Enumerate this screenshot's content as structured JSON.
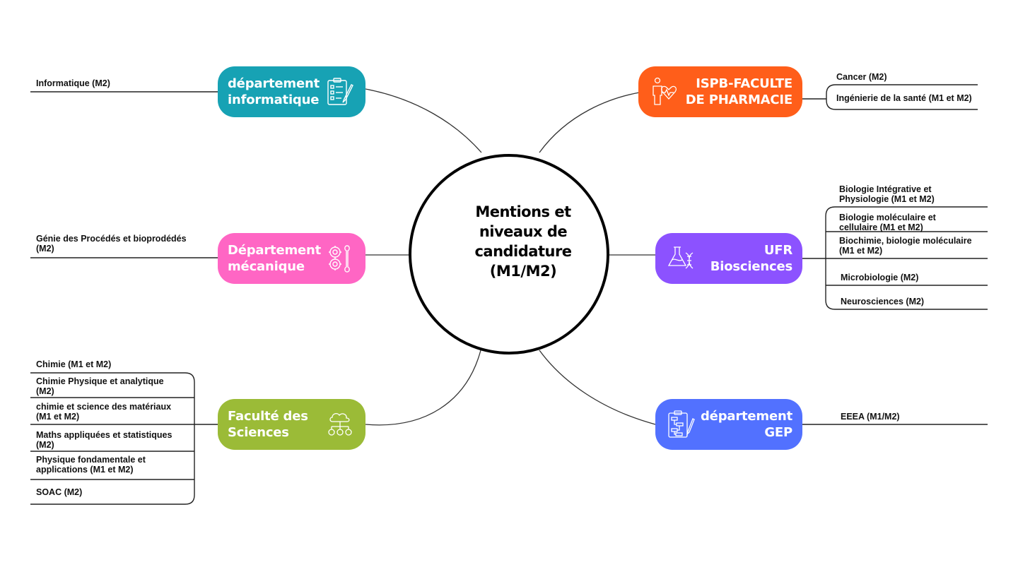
{
  "center": {
    "title": "Mentions et\nniveaux de\ncandidature\n(M1/M2)"
  },
  "colors": {
    "informatique": "#17A2B4",
    "mecanique": "#FF66C4",
    "sciences": "#9BBB37",
    "pharmacie": "#FF5E1A",
    "biosciences": "#8C52FF",
    "gep": "#5271FF"
  },
  "branches": {
    "informatique": {
      "label": "département\ninformatique",
      "icon": "clipboard-checklist-icon",
      "items": [
        "Informatique (M2)"
      ]
    },
    "mecanique": {
      "label": "Département\nmécanique",
      "icon": "gears-wrench-icon",
      "items": [
        "Génie des Procédés et bioprodédés\n(M2)"
      ]
    },
    "sciences": {
      "label": "Faculté des\nSciences",
      "icon": "cloud-network-icon",
      "items": [
        "Chimie (M1 et M2)",
        "Chimie Physique et analytique\n(M2)",
        "chimie et science des matériaux\n(M1 et M2)",
        "Maths appliquées et statistiques\n(M2)",
        "Physique fondamentale et\napplications (M1 et M2)",
        "SOAC (M2)"
      ]
    },
    "pharmacie": {
      "label": "ISPB-FACULTE\nDE PHARMACIE",
      "icon": "person-heart-icon",
      "items": [
        "Cancer (M2)",
        "Ingénierie de la santé (M1 et M2)"
      ]
    },
    "biosciences": {
      "label": "UFR\nBiosciences",
      "icon": "flask-dna-icon",
      "items": [
        "Biologie Intégrative et\nPhysiologie (M1  et M2)",
        "Biologie moléculaire et\ncellulaire (M1 et M2)",
        "Biochimie, biologie moléculaire\n(M1 et M2)",
        "Microbiologie (M2)",
        "Neurosciences (M2)"
      ]
    },
    "gep": {
      "label": "département\nGEP",
      "icon": "clipboard-flowchart-icon",
      "items": [
        "EEEA (M1/M2)"
      ]
    }
  }
}
